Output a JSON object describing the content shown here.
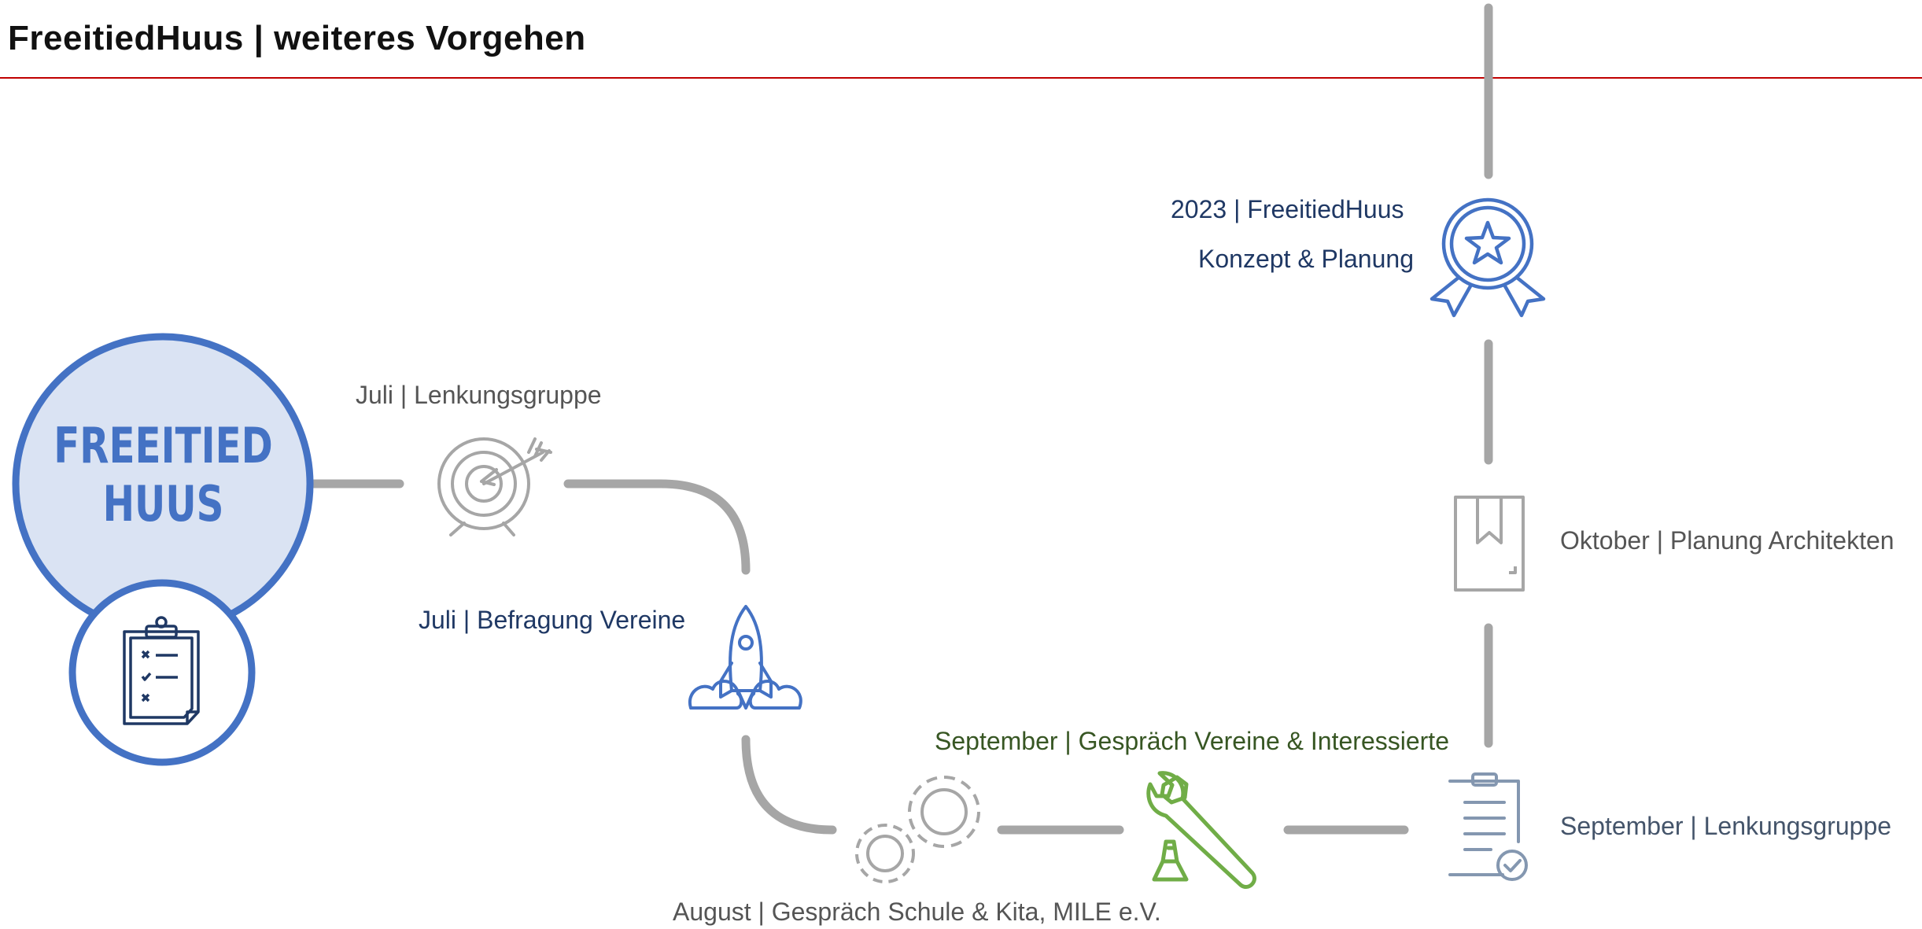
{
  "title": "FreeitiedHuus | weiteres Vorgehen",
  "logo": {
    "line1": "FREEITIED",
    "line2": "HUUS"
  },
  "milestones": {
    "juli_lenkung": "Juli | Lenkungsgruppe",
    "juli_befragung": "Juli | Befragung Vereine",
    "august": "August | Gespräch Schule & Kita, MILE e.V.",
    "september_gespraech": "September | Gespräch Vereine & Interessierte",
    "september_lenkung": "September | Lenkungsgruppe",
    "oktober": "Oktober | Planung Architekten",
    "final_line1": "2023 | FreeitiedHuus",
    "final_line2": "Konzept & Planung"
  },
  "colors": {
    "accent_red": "#c00000",
    "blue": "#4472c4",
    "light_blue_fill": "#dae3f3",
    "gray": "#a6a6a6",
    "navy": "#1f3864",
    "green": "#70ad47",
    "slate": "#8497b0"
  },
  "icons": [
    "target-icon",
    "rocket-icon",
    "gears-icon",
    "wrench-icon",
    "checklist-icon",
    "book-icon",
    "award-icon",
    "clipboard-icon"
  ]
}
